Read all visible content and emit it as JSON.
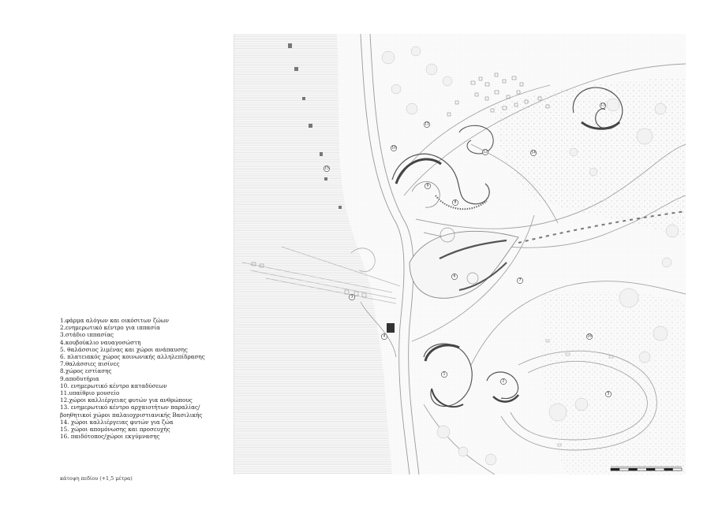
{
  "legend": {
    "items": [
      "1.φάρμα αλόγων και οικόσιτων ζώων",
      "2.ενημερωτικό κέντρο για ιππασία",
      "3.στάδιο ιππασίας",
      "4.κουβούκλιο ναυαγοσώστη",
      "5. θαλάσσιος λιμένας και χώροι ανάπαυσης",
      "6. πλατειακός χώρος κοινωνικής αλληλεπίδρασης",
      "7.θαλάσσιες πισίνες",
      "8.χώρος εστίασης",
      "9.αποδυτήρια",
      "10. ενημερωτικό κέντρο καταδύσεων",
      "11.υπαίθριο μουσείο",
      "12.χώροι καλλιέργειας φυτών για ανθρώπους",
      "13. ενημερωτικό κέντρο αρχαιοτήτων παραλίας/",
      "βοηθητικοί χώροι παλαιοχριστιανικής Βασιλικής",
      "14. χώροι καλλιέργειας φυτών για ζώα",
      "15. χώροι απομόνωσης και προσευχής",
      "16. παιδότοπος/χώροι εκγύμνασης"
    ]
  },
  "caption": "κάτοψη πεδίου  (+1,5 μέτρα)",
  "markers": [
    {
      "label": "1"
    },
    {
      "label": "2"
    },
    {
      "label": "3"
    },
    {
      "label": "4"
    },
    {
      "label": "5"
    },
    {
      "label": "6"
    },
    {
      "label": "7"
    },
    {
      "label": "8"
    },
    {
      "label": "9"
    },
    {
      "label": "10"
    },
    {
      "label": "11"
    },
    {
      "label": "12"
    },
    {
      "label": "13"
    },
    {
      "label": "14"
    },
    {
      "label": "15"
    },
    {
      "label": "16"
    }
  ]
}
